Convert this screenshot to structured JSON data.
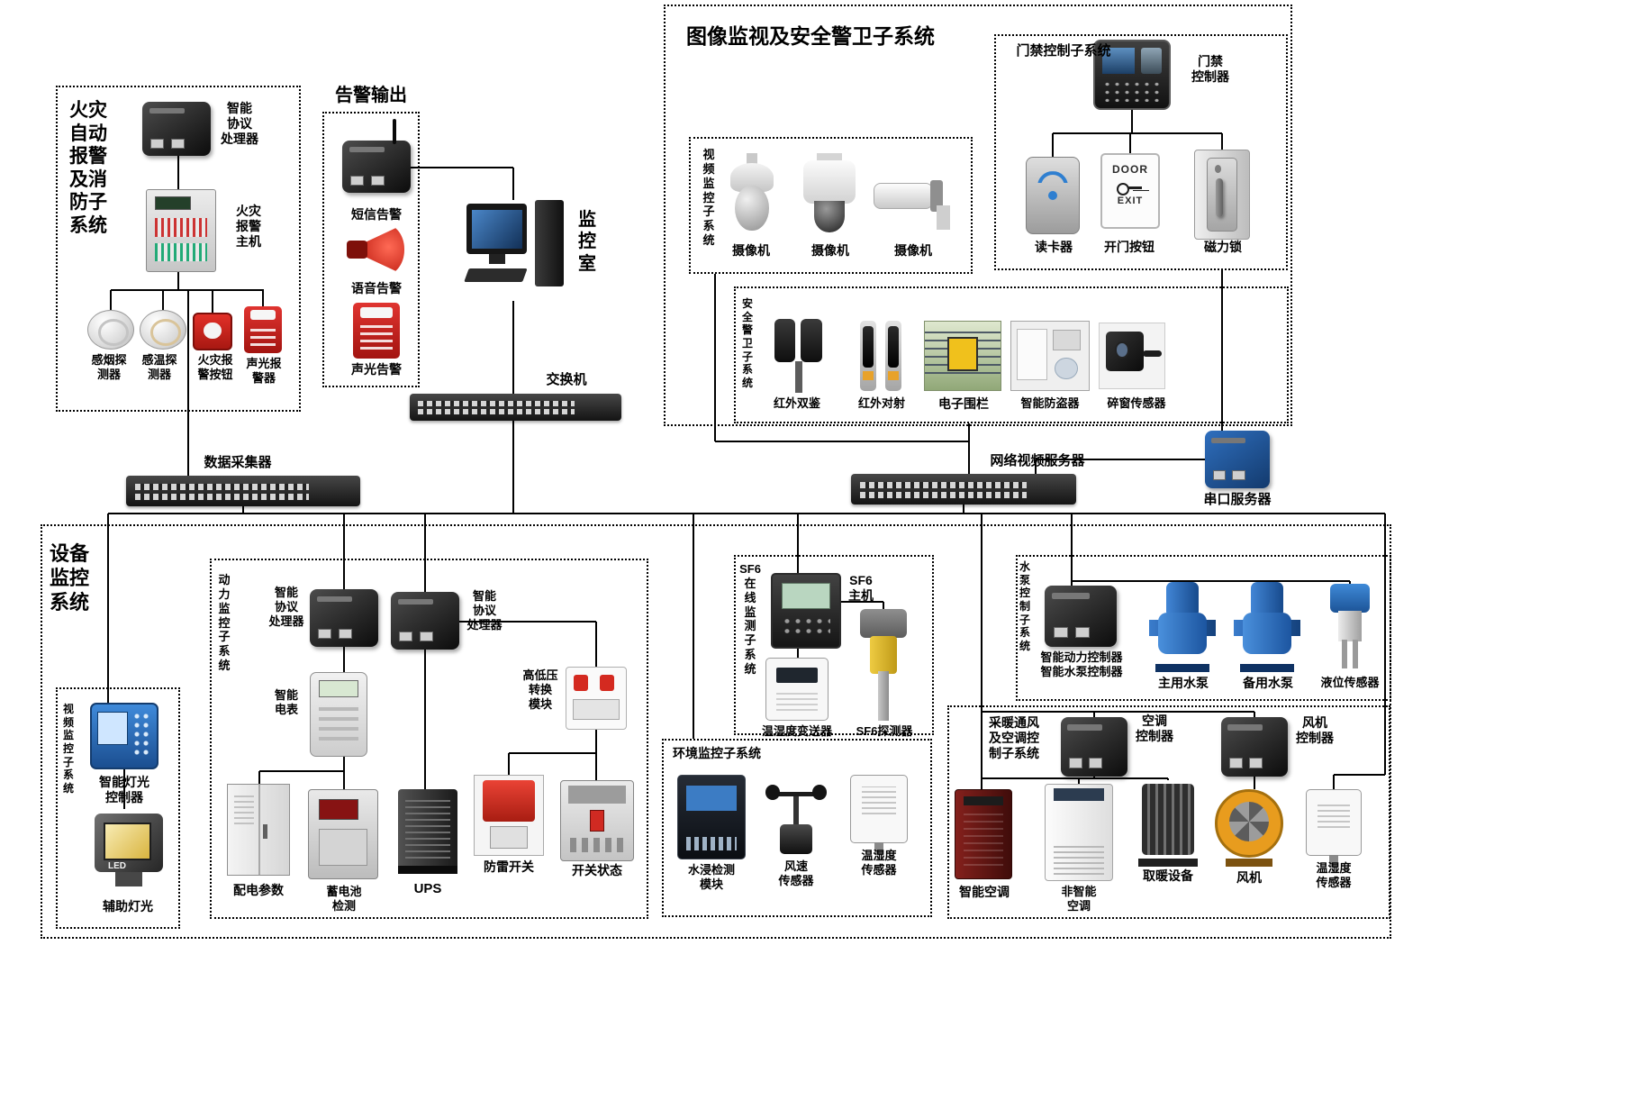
{
  "fire": {
    "box_title": "火灾\n自动\n报警\n及消\n防子\n系统",
    "processor": "智能\n协议\n处理器",
    "host": "火灾\n报警\n主机",
    "smoke": "感烟探\n测器",
    "temp": "感温探\n测器",
    "button": "火灾报\n警按钮",
    "sounder": "声光报\n警器"
  },
  "alarm_out": {
    "title": "告警输出",
    "sms": "短信告警",
    "voice": "语音告警",
    "light": "声光告警"
  },
  "monitor_room": {
    "label": "监\n控\n室",
    "switch_label": "交换机"
  },
  "image_security": {
    "title": "图像监视及安全警卫子系统",
    "video_sub": "视\n频\n监\n控\n子\n系\n统",
    "cam1": "摄像机",
    "cam2": "摄像机",
    "cam3": "摄像机",
    "door_title": "门禁控制子系统",
    "door_controller": "门禁\n控制器",
    "reader": "读卡器",
    "exit_button": "开门按钮",
    "lock": "磁力锁",
    "door_text": "DOOR",
    "exit_text": "EXIT",
    "security_sub": "安\n全\n警\n卫\n子\n系\n统",
    "ir_dual": "红外双鉴",
    "ir_beam": "红外对射",
    "fence": "电子围栏",
    "antitheft": "智能防盗器",
    "window_sensor": "碎窗传感器"
  },
  "backbone": {
    "collector": "数据采集器",
    "nvr": "网络视频服务器",
    "serial": "串口服务器"
  },
  "equipment": {
    "title": "设备\n监控\n系统"
  },
  "video_left": {
    "sub": "视\n频\n监\n控\n子\n系\n统",
    "light_ctrl": "智能灯光\n控制器",
    "led": "LED",
    "aux_light": "辅助灯光"
  },
  "power": {
    "sub": "动\n力\n监\n控\n子\n系\n统",
    "proc1": "智能\n协议\n处理器",
    "proc2": "智能\n协议\n处理器",
    "meter": "智能\n电表",
    "hv_module": "高低压\n转换\n模块",
    "dist": "配电参数",
    "battery": "蓄电池\n检测",
    "ups": "UPS",
    "arrester": "防雷开关",
    "breaker": "开关状态"
  },
  "sf6": {
    "sub": "SF6\n在\n线\n监\n测\n子\n系\n统",
    "host": "SF6\n主机",
    "transmitter": "温湿度变送器",
    "detector": "SF6探测器"
  },
  "env": {
    "title": "环境监控子系统",
    "water": "水浸检测\n模块",
    "wind": "风速\n传感器",
    "th": "温湿度\n传感器"
  },
  "pump": {
    "sub": "水\n泵\n控\n制\n子\n系\n统",
    "controller": "智能动力控制器\n智能水泵控制器",
    "main": "主用水泵",
    "backup": "备用水泵",
    "level": "液位传感器"
  },
  "hvac": {
    "title": "采暖通风\n及空调控\n制子系统",
    "ac_ctrl": "空调\n控制器",
    "fan_ctrl": "风机\n控制器",
    "smart_ac": "智能空调",
    "plain_ac": "非智能\n空调",
    "heater": "取暖设备",
    "fan": "风机",
    "th": "温湿度\n传感器"
  }
}
